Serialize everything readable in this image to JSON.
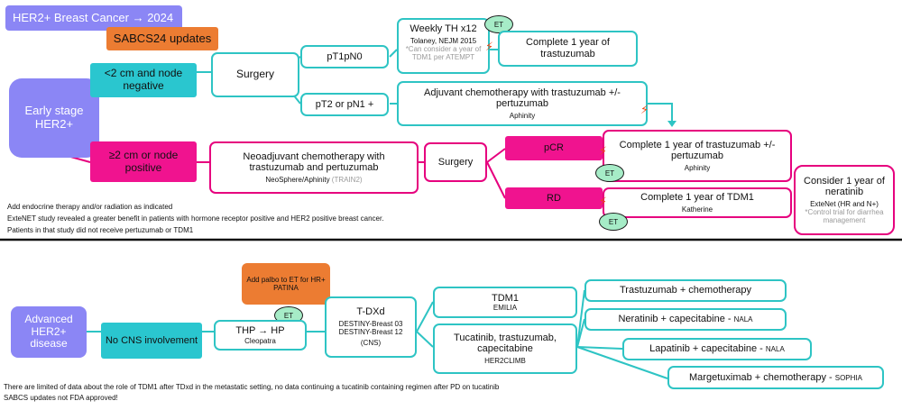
{
  "header": {
    "title": "HER2+ Breast Cancer → 2024",
    "update_badge": "SABCS24 updates"
  },
  "early": {
    "stage_label": "Early stage HER2+",
    "small_tumor": "<2 cm and node negative",
    "large_tumor": "≥2 cm or node positive",
    "surgery_top": "Surgery",
    "pt1pn0": "pT1pN0",
    "pt2pn1": "pT2 or pN1 +",
    "weekly_th": {
      "title": "Weekly TH x12",
      "cite": "Tolaney, NEJM 2015",
      "note": "*Can consider a year of TDM1 per ATEMPT"
    },
    "complete_trastuzumab": "Complete 1 year of trastuzumab",
    "adjuvant": {
      "title": "Adjuvant chemotherapy with trastuzumab +/- pertuzumab",
      "cite": "Aphinity"
    },
    "neoadjuvant": {
      "title": "Neoadjuvant chemotherapy with trastuzumab and pertuzumab",
      "cite": "NeoSphere/Aphinity",
      "cite_gray": "(TRAIN2)"
    },
    "surgery_mid": "Surgery",
    "pcr": "pCR",
    "rd": "RD",
    "complete_tp": {
      "title": "Complete 1 year of trastuzumab +/- pertuzumab",
      "cite": "Aphinity"
    },
    "complete_tdm1": {
      "title": "Complete 1 year of TDM1",
      "cite": "Katherine"
    },
    "neratinib": {
      "title": "Consider 1 year of neratinib",
      "cite": "ExteNet (HR and N+)",
      "note": "*Control trial for diarrhea management"
    },
    "footnotes": [
      "Add endocrine therapy and/or radiation as indicated",
      "ExteNET study revealed a greater benefit in patients with hormone receptor positive and HER2 positive breast cancer.",
      "Patients in that study did not receive pertuzumab or TDM1"
    ]
  },
  "advanced": {
    "stage_label": "Advanced HER2+ disease",
    "no_cns": "No CNS involvement",
    "palbo": {
      "title": "Add palbo to ET for HR+",
      "cite": "PATINA"
    },
    "thp": {
      "title": "THP → HP",
      "cite": "Cleopatra"
    },
    "tdxd": {
      "title": "T-DXd",
      "line1": "DESTINY-Breast 03",
      "line2": "DESTINY-Breast 12",
      "line3": "(CNS)"
    },
    "tdm1": {
      "title": "TDM1",
      "cite": "EMILIA"
    },
    "tucatinib": {
      "title": "Tucatinib, trastuzumab, capecitabine",
      "cite": "HER2CLIMB"
    },
    "options": [
      {
        "label": "Trastuzumab + chemotherapy",
        "cite": ""
      },
      {
        "label": "Neratinib + capecitabine - ",
        "cite": "NALA"
      },
      {
        "label": "Lapatinib + capecitabine - ",
        "cite": "NALA"
      },
      {
        "label": "Margetuximab + chemotherapy - ",
        "cite": "SOPHIA"
      }
    ],
    "footnotes": [
      "There are limited of data about the role of TDM1 after TDxd in the metastatic setting, no data continuing a tucatinib containing regimen after PD on tucatinib",
      "SABCS updates not FDA approved!"
    ]
  },
  "et_label": "ET",
  "colors": {
    "teal": "#2ec4c4",
    "pink": "#e6007e",
    "purple": "#8b86f5",
    "orange": "#ec7c32",
    "et_green": "#a6ecc7"
  }
}
